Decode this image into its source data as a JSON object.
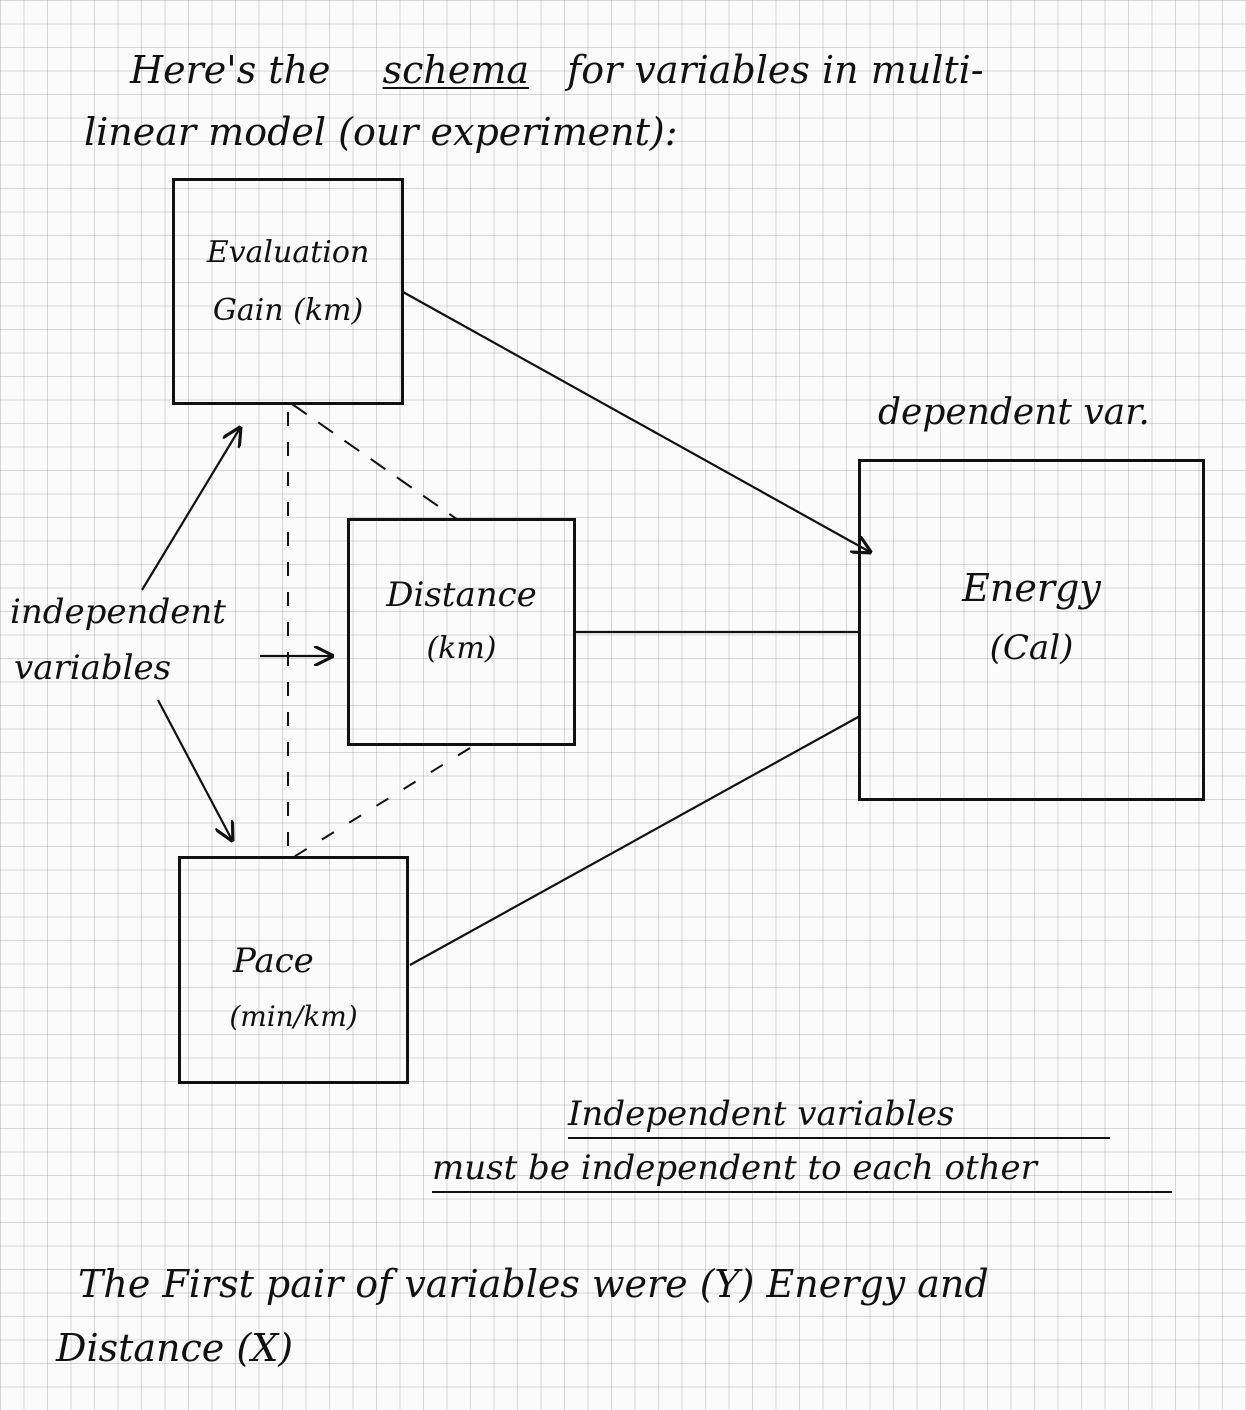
{
  "intro": {
    "line1_prefix": "Here's the",
    "line1_keyword": "schema",
    "line1_suffix": "for variables in multi-",
    "line2": "linear model (our experiment):"
  },
  "nodes": {
    "evaluation": {
      "line1": "Evaluation",
      "line2": "Gain (km)"
    },
    "distance": {
      "line1": "Distance",
      "line2": "(km)"
    },
    "pace": {
      "line1": "Pace",
      "line2": "(min/km)"
    },
    "energy": {
      "line1": "Energy",
      "line2": "(Cal)"
    }
  },
  "labels": {
    "dependent": "dependent var.",
    "independent_line1": "independent",
    "independent_line2": "variables"
  },
  "note": {
    "line1": "Independent variables",
    "line2": "must be independent to each other"
  },
  "footer": {
    "line1": "The First pair of variables were (Y) Energy and",
    "line2": "Distance (X)"
  },
  "colors": {
    "ink": "#111111",
    "grid": "#bdbdbd",
    "paper": "#fbfbfb"
  }
}
